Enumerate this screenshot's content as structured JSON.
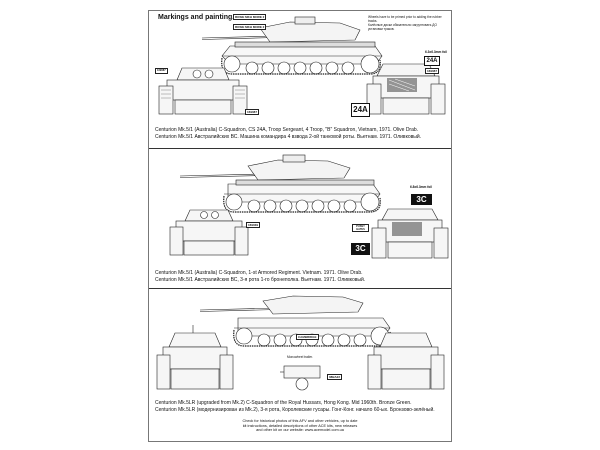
{
  "header": {
    "title": "Markings and painting.",
    "note_en": "Wheels have to be primed prior to adding the rubber tracks.",
    "note_ru": "Колёсные диски обязательно загрунтовать ДО установки траков."
  },
  "panels": [
    {
      "caption_en": "Centurion Mk.5/1 (Australia) C-Squadron, CS 24A, Troop Sergeant, 4 Troop, \"B\" Squadron, Vietnam, 1971. Olive Drab.",
      "caption_ru": "Centurion Mk.5/1 Австралийских ВС. Машина командира 4 взвода 2-ой танковой роты. Вьетнам. 1971. Оливковый.",
      "hull_number": "169087",
      "rear_plate": "169087",
      "callsign": "24A",
      "tag_top1": "ROSIE MKH MORE 2",
      "tag_top2": "ROSIE MKH MORE 2",
      "paint_ref": "6.3x6.3mm foil"
    },
    {
      "caption_en": "Centurion Mk.5/1 (Australia) C-Squadron, 1-st Armored Regiment. Vietnam. 1971. Olive Drab.",
      "caption_ru": "Centurion Mk.5/1 Австралийских ВС, 3-я рота 1-го бронеполка. Вьетнам. 1971. Оливковый.",
      "hull_number": "169039",
      "callsign": "3C",
      "plate_label": "PUSSY GATES",
      "paint_ref": "6.8x6.3mm foil"
    },
    {
      "caption_en": "Centurion Mk.5LR (upgraded from Mk.2) C-Squadron of the Royal Hussars, Hong Kong. Mid 1960th. Bronze Green.",
      "caption_ru": "Centurion Mk.5LR (модернизирован из Mk.2), 3-я рота, Королевские гусары. Гонг-Конг. начало 60-ых. Бронзово-зелёный.",
      "name_plate": "CAMBRIDGE",
      "trailer_label": "Monowheel trailer.",
      "trailer_plate": "08BA22"
    }
  ],
  "footer": {
    "line1": "Check for historical photos of this AFV and other vehicles, up to date",
    "line2": "kit instructions, detailed descriptions of other ACE kits, new releases",
    "line3": "and other kit on our website: www.acemodel.com.ua"
  }
}
